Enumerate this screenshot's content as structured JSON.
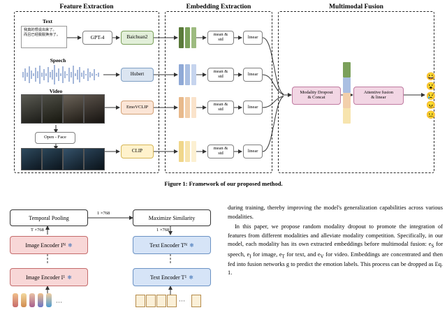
{
  "figure1": {
    "panels": [
      {
        "title": "Feature Extraction"
      },
      {
        "title": "Embedding Extraction"
      },
      {
        "title": "Multimodal Fusion"
      }
    ],
    "modality_labels": [
      "Text",
      "Speech",
      "Video"
    ],
    "text_sample": "我真的恨说出来了。\n而且已经脱脱换身了。",
    "encoders": {
      "text_llm": "GPT-4",
      "text_encoder": "Baichuan2",
      "speech_encoder": "Hubert",
      "video_encoder": "EmoVCLIP",
      "face_encoder": "CLIP"
    },
    "face_tool": "Open - Face",
    "pooling_blocks": [
      "mean &\nstd",
      "mean &\nstd",
      "mean &\nstd",
      "mean &\nstd"
    ],
    "linear_blocks": [
      "linear",
      "linear",
      "linear",
      "linear"
    ],
    "fusion": {
      "dropout": "Modality Dropout\n& Concat",
      "attentive": "Attentive fusion\n& linear"
    },
    "emojis": [
      "😀",
      "😮",
      "😢",
      "😠",
      "😐"
    ]
  },
  "figure_caption": "Figure 1: Framework of our proposed method.",
  "figure2": {
    "temporal_pooling": "Temporal Pooling",
    "maximize_similarity": "Maximize Similarity",
    "dim_label_top": "1 ×768",
    "dim_label_left": "1 ×768",
    "dim_label_right": "1 ×768",
    "time_label": "T ×768",
    "image_encoder_n": "Image Encoder I",
    "image_encoder_n_sub": "N",
    "image_encoder_1": "Image Encoder I",
    "image_encoder_1_sub": "1",
    "text_encoder_n": "Text Encoder T",
    "text_encoder_n_sub": "N",
    "text_encoder_1": "Text Encoder T",
    "text_encoder_1_sub": "1",
    "snowflake": "❄"
  },
  "body": {
    "para1": "during training, thereby improving the model's generalization capabilities across various modalities.",
    "para2": "In this paper, we propose random modality dropout to promote the integration of features from different modalities and alleviate modality competition. Specifically, in our model, each modality has its own extracted embeddings before multimodal fusion: e",
    "para2_sub1": "S",
    "para2_b": " for speech, e",
    "para2_sub2": "I",
    "para2_c": " for image, e",
    "para2_sub3": "T",
    "para2_d": " for text, and e",
    "para2_sub4": "V",
    "para2_e": " for video. Embeddings are concentrated and then fed into fusion networks g to predict the emotion labels. This process can be dropped as Eq. 1."
  }
}
